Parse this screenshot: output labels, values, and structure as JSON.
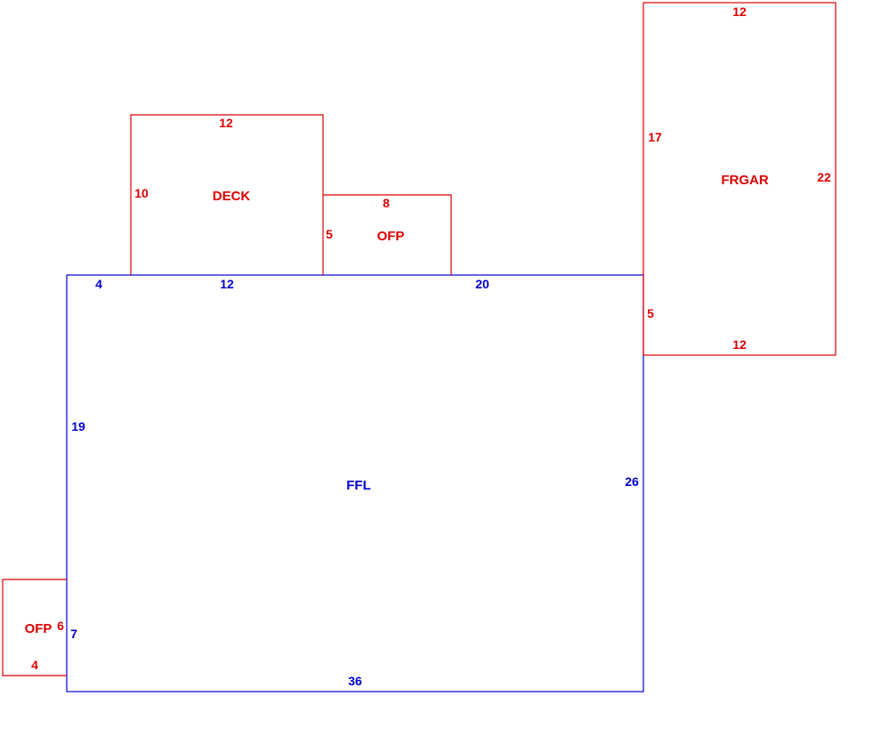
{
  "colors": {
    "main": "#0000cc",
    "addition": "#dd0000",
    "background": "#ffffff"
  },
  "areas": {
    "ffl": {
      "label": "FFL",
      "dims": {
        "top_left": "4",
        "top_mid": "12",
        "top_right": "20",
        "left_upper": "19",
        "left_lower": "7",
        "right": "26",
        "bottom": "36"
      }
    },
    "deck": {
      "label": "DECK",
      "dims": {
        "top": "12",
        "left": "10"
      }
    },
    "ofp_top": {
      "label": "OFP",
      "dims": {
        "top": "8",
        "left": "5"
      }
    },
    "frgar": {
      "label": "FRGAR",
      "dims": {
        "top": "12",
        "left_upper": "17",
        "left_lower": "5",
        "right": "22",
        "bottom": "12"
      }
    },
    "ofp_left": {
      "label": "OFP",
      "dims": {
        "right": "6",
        "bottom": "4"
      }
    }
  }
}
